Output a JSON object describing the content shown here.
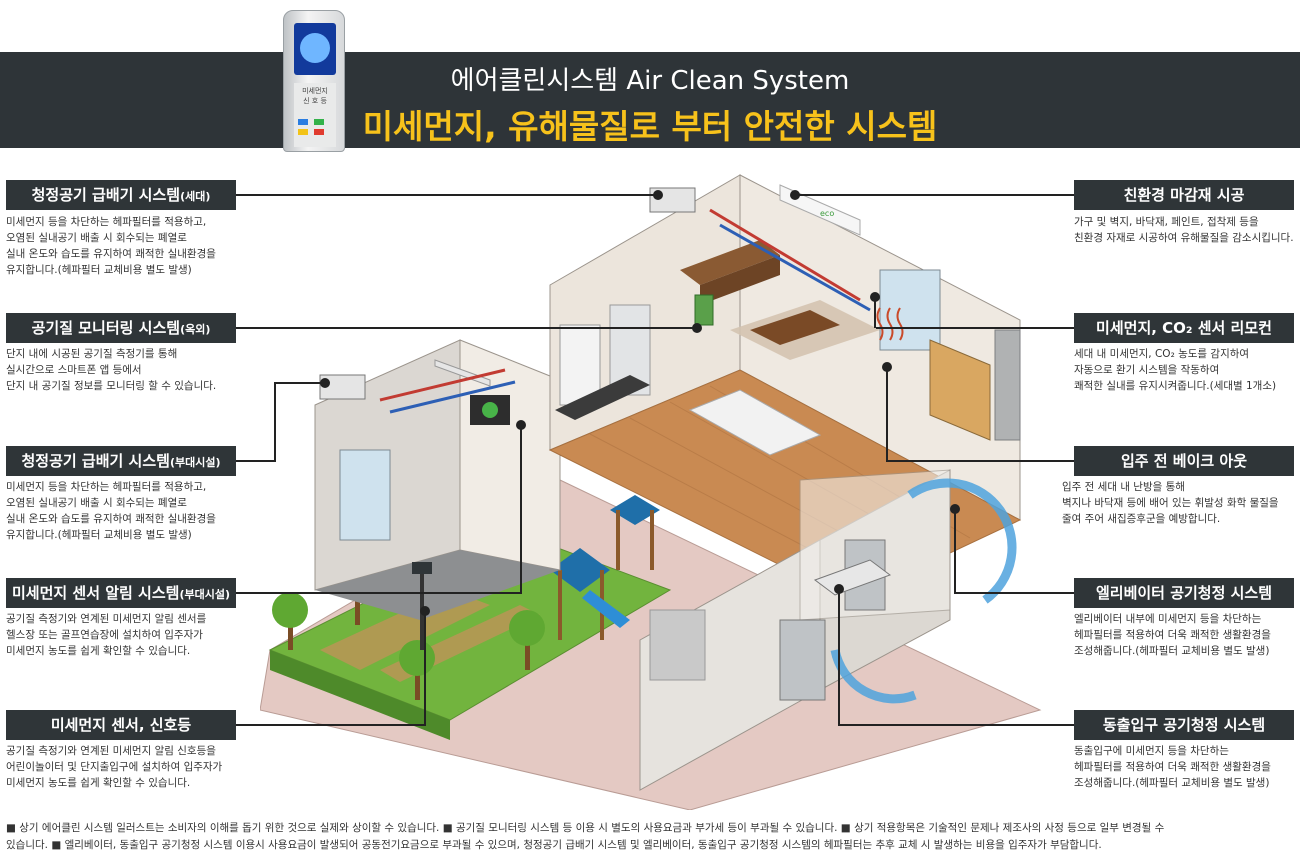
{
  "header": {
    "title": "에어클린시스템 Air Clean System",
    "subtitle": "미세먼지, 유해물질로 부터 안전한 시스템"
  },
  "device": {
    "screen_label_1": "미세먼지",
    "screen_label_2": "신 호 등"
  },
  "callouts_left": [
    {
      "title": "청정공기 급배기 시스템",
      "suffix": "(세대)",
      "lines": [
        "미세먼지 등을 차단하는 헤파필터를 적용하고,",
        "오염된 실내공기 배출 시 회수되는 폐열로",
        "실내 온도와 습도를 유지하여 쾌적한 실내환경을",
        "유지합니다.(헤파필터 교체비용 별도 발생)"
      ]
    },
    {
      "title": "공기질 모니터링 시스템",
      "suffix": "(옥외)",
      "lines": [
        "단지 내에 시공된 공기질 측정기를 통해",
        "실시간으로 스마트폰 앱 등에서",
        "단지 내 공기질 정보를 모니터링 할 수 있습니다."
      ]
    },
    {
      "title": "청정공기 급배기 시스템",
      "suffix": "(부대시설)",
      "lines": [
        "미세먼지 등을 차단하는 헤파필터를 적용하고,",
        "오염된 실내공기 배출 시 회수되는 폐열로",
        "실내 온도와 습도를 유지하여 쾌적한 실내환경을",
        "유지합니다.(헤파필터 교체비용 별도 발생)"
      ]
    },
    {
      "title": "미세먼지 센서 알림 시스템",
      "suffix": "(부대시설)",
      "lines": [
        "공기질 측정기와 연계된 미세먼지 알림 센서를",
        "헬스장 또는 골프연습장에 설치하여 입주자가",
        "미세먼지 농도를 쉽게 확인할 수 있습니다."
      ]
    },
    {
      "title": "미세먼지 센서, 신호등",
      "suffix": "",
      "lines": [
        "공기질 측정기와 연계된 미세먼지 알림 신호등을",
        "어린이놀이터 및 단지출입구에 설치하여 입주자가",
        "미세먼지 농도를 쉽게 확인할 수 있습니다."
      ]
    }
  ],
  "callouts_right": [
    {
      "title": "친환경 마감재 시공",
      "lines": [
        "가구 및 벽지, 바닥재, 페인트, 접착제 등을",
        "친환경 자재로 시공하여 유해물질을 감소시킵니다."
      ]
    },
    {
      "title": "미세먼지, CO₂ 센서 리모컨",
      "lines": [
        "세대 내 미세먼지, CO₂ 농도를 감지하여",
        "자동으로 환기 시스템을 작동하여",
        "쾌적한 실내를 유지시켜줍니다.(세대별 1개소)"
      ]
    },
    {
      "title": "입주 전 베이크 아웃",
      "lines": [
        "입주 전 세대 내 난방을 통해",
        "벽지나 바닥재 등에 배어 있는 휘발성 화학 물질을",
        "줄여 주어 새집증후군을 예방합니다."
      ]
    },
    {
      "title": "엘리베이터 공기청정 시스템",
      "lines": [
        "엘리베이터 내부에 미세먼지 등을 차단하는",
        "헤파필터를 적용하여 더욱 쾌적한 생활환경을",
        "조성해줍니다.(헤파필터 교체비용 별도 발생)"
      ]
    },
    {
      "title": "동출입구 공기청정 시스템",
      "lines": [
        "동출입구에 미세먼지 등을 차단하는",
        "헤파필터를 적용하여 더욱 쾌적한 생활환경을",
        "조성해줍니다.(헤파필터 교체비용 별도 발생)"
      ]
    }
  ],
  "footnote": {
    "line1": "■ 상기 에어클린 시스템 일러스트는 소비자의 이해를 돕기 위한 것으로 실제와 상이할 수 있습니다. ■ 공기질 모니터링 시스템 등 이용 시 별도의 사용요금과 부가세 등이 부과될 수 있습니다. ■ 상기 적용항목은 기술적인 문제나 제조사의 사정 등으로 일부 변경될 수",
    "line2": "있습니다. ■ 엘리베이터, 동출입구 공기청정 시스템 이용시 사용요금이 발생되어 공동전기요금으로 부과될 수 있으며, 청정공기 급배기 시스템 및 엘리베이터, 동출입구 공기청정 시스템의 헤파필터는 추후 교체 시 발생하는 비용을 입주자가 부담합니다."
  },
  "colors": {
    "banner": "#2e3438",
    "subtitle": "#f7c21b",
    "caption_bg": "#2f3538",
    "floor_wood": "#c98a52",
    "grass": "#6fb13f"
  }
}
